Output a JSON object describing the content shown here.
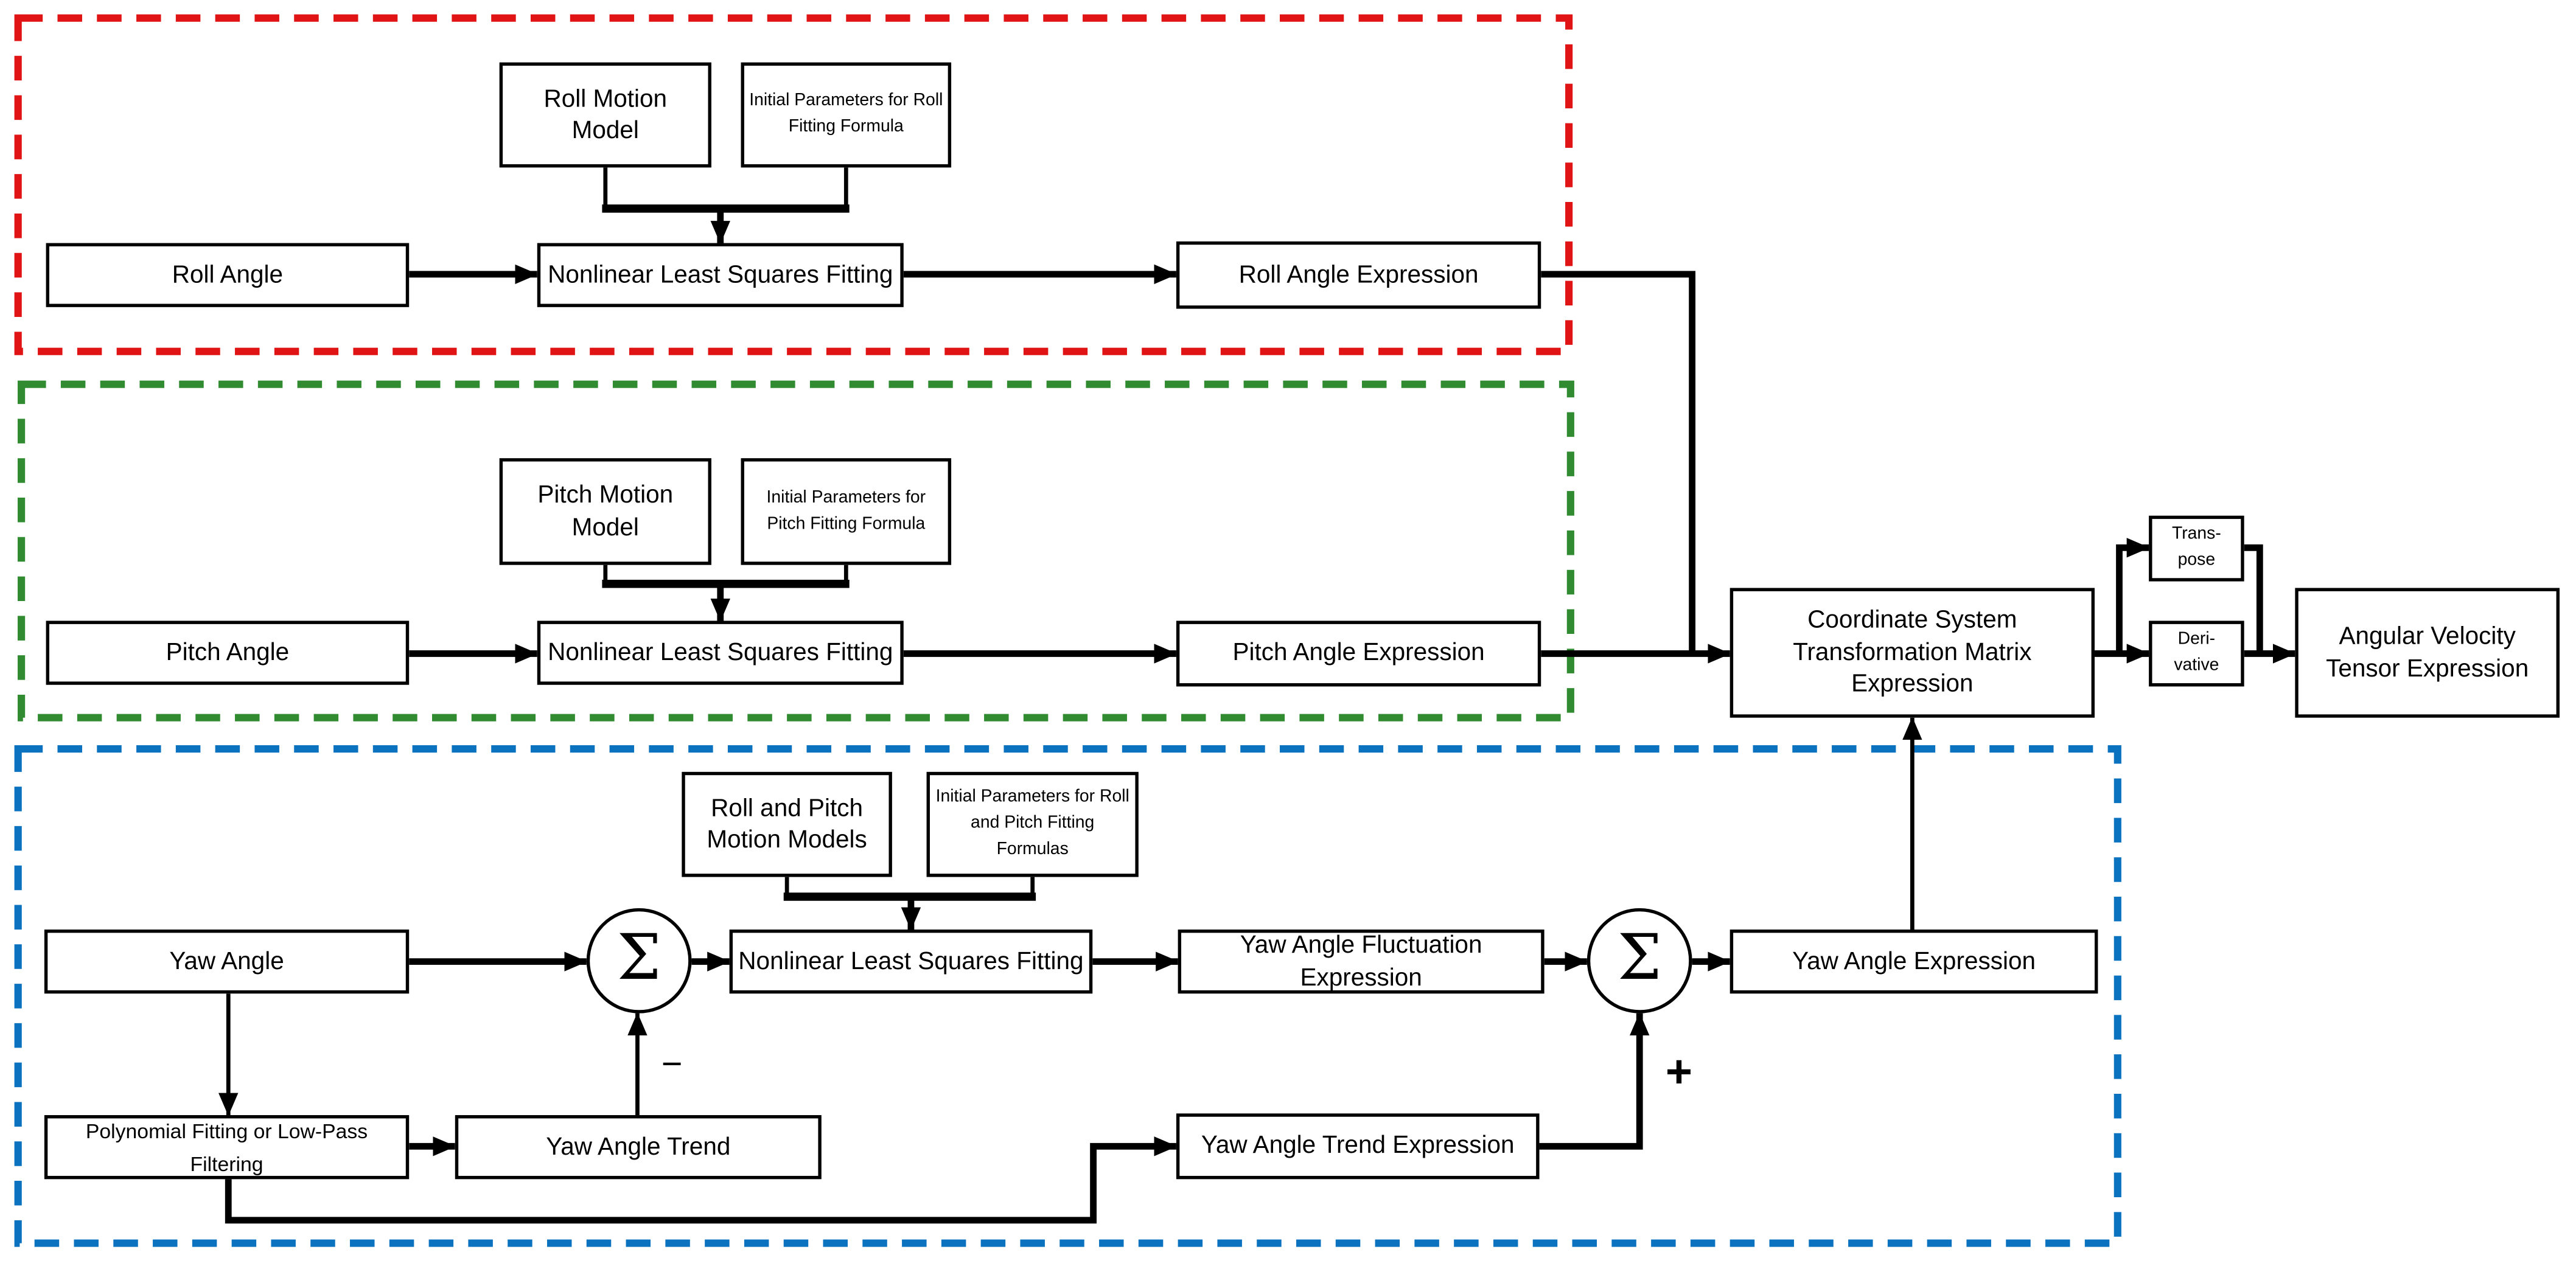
{
  "groups": {
    "roll": {
      "color": "#e01414"
    },
    "pitch": {
      "color": "#318b31"
    },
    "yaw": {
      "color": "#0b72c0"
    }
  },
  "colors": {
    "line": "#000000",
    "box_background": "#ffffff",
    "text": "#000000"
  },
  "nodes": {
    "roll_motion_model": "Roll Motion Model",
    "roll_initial_params": "Initial Parameters for Roll Fitting Formula",
    "roll_angle": "Roll Angle",
    "roll_nlsf": "Nonlinear Least Squares Fitting",
    "roll_angle_expression": "Roll Angle Expression",
    "pitch_motion_model": "Pitch Motion Model",
    "pitch_initial_params": "Initial Parameters for Pitch Fitting Formula",
    "pitch_angle": "Pitch Angle",
    "pitch_nlsf": "Nonlinear Least Squares Fitting",
    "pitch_angle_expression": "Pitch Angle Expression",
    "rollpitch_motion_models": "Roll and Pitch Motion Models",
    "rollpitch_initial_params": "Initial Parameters for Roll and Pitch Fitting Formulas",
    "yaw_angle": "Yaw Angle",
    "yaw_nlsf": "Nonlinear Least Squares Fitting",
    "yaw_fluctuation_expression": "Yaw Angle Fluctuation Expression",
    "yaw_angle_expression": "Yaw Angle Expression",
    "polynomial_filtering": "Polynomial Fitting or Low-Pass Filtering",
    "yaw_angle_trend": "Yaw Angle Trend",
    "yaw_trend_expression": "Yaw Angle Trend Expression",
    "coordinate_matrix_expression": "Coordinate System Transformation Matrix Expression",
    "transpose": "Trans-pose",
    "derivative": "Deri-vative",
    "angular_velocity_tensor": "Angular Velocity Tensor Expression"
  },
  "operators": {
    "sum_symbol": "Σ",
    "minus_label": "−",
    "plus_label": "+"
  }
}
